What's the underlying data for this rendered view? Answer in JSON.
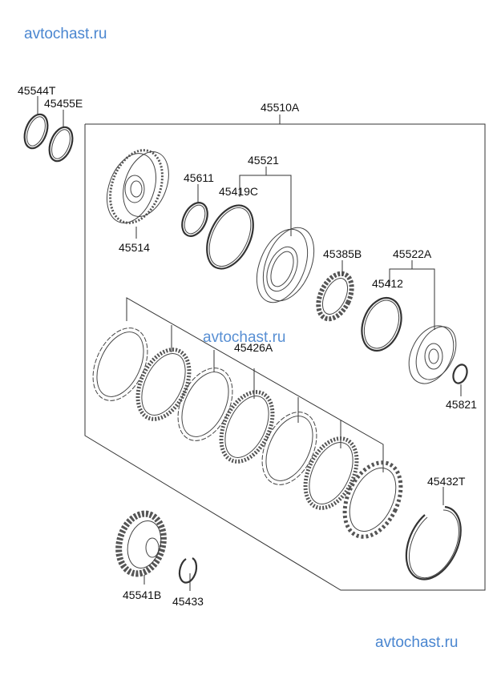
{
  "watermarks": {
    "top": "avtochast.ru",
    "middle": "avtochast.ru",
    "bottom": "avtochast.ru"
  },
  "parts": {
    "p45544T": "45544T",
    "p45455E": "45455E",
    "p45510A": "45510A",
    "p45514": "45514",
    "p45611": "45611",
    "p45521": "45521",
    "p45419C": "45419C",
    "p45385B": "45385B",
    "p45522A": "45522A",
    "p45412": "45412",
    "p45426A": "45426A",
    "p45821": "45821",
    "p45432T": "45432T",
    "p45541B": "45541B",
    "p45433": "45433"
  },
  "colors": {
    "watermark": "#4a86d0",
    "line": "#333333"
  }
}
